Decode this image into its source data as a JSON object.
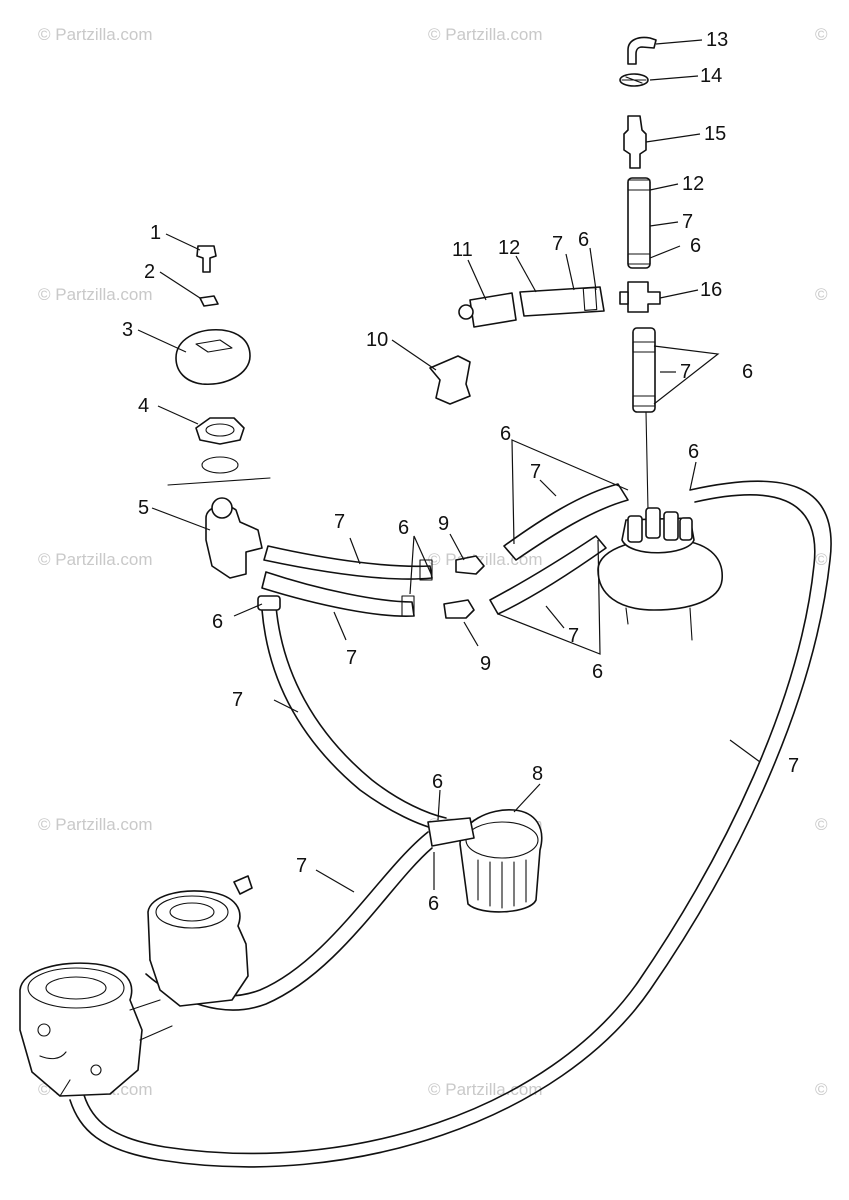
{
  "watermark": "© Partzilla.com",
  "watermark_short": "©",
  "callouts": {
    "c1": "1",
    "c2": "2",
    "c3": "3",
    "c4": "4",
    "c5": "5",
    "c6a": "6",
    "c6b": "6",
    "c6c": "6",
    "c6d": "6",
    "c6e": "6",
    "c6f": "6",
    "c6g": "6",
    "c6h": "6",
    "c6i": "6",
    "c6j": "6",
    "c7a": "7",
    "c7b": "7",
    "c7c": "7",
    "c7d": "7",
    "c7e": "7",
    "c7f": "7",
    "c7g": "7",
    "c7h": "7",
    "c7i": "7",
    "c7j": "7",
    "c8": "8",
    "c9a": "9",
    "c9b": "9",
    "c10": "10",
    "c11": "11",
    "c12a": "12",
    "c12b": "12",
    "c13": "13",
    "c14": "14",
    "c15": "15",
    "c16": "16"
  }
}
